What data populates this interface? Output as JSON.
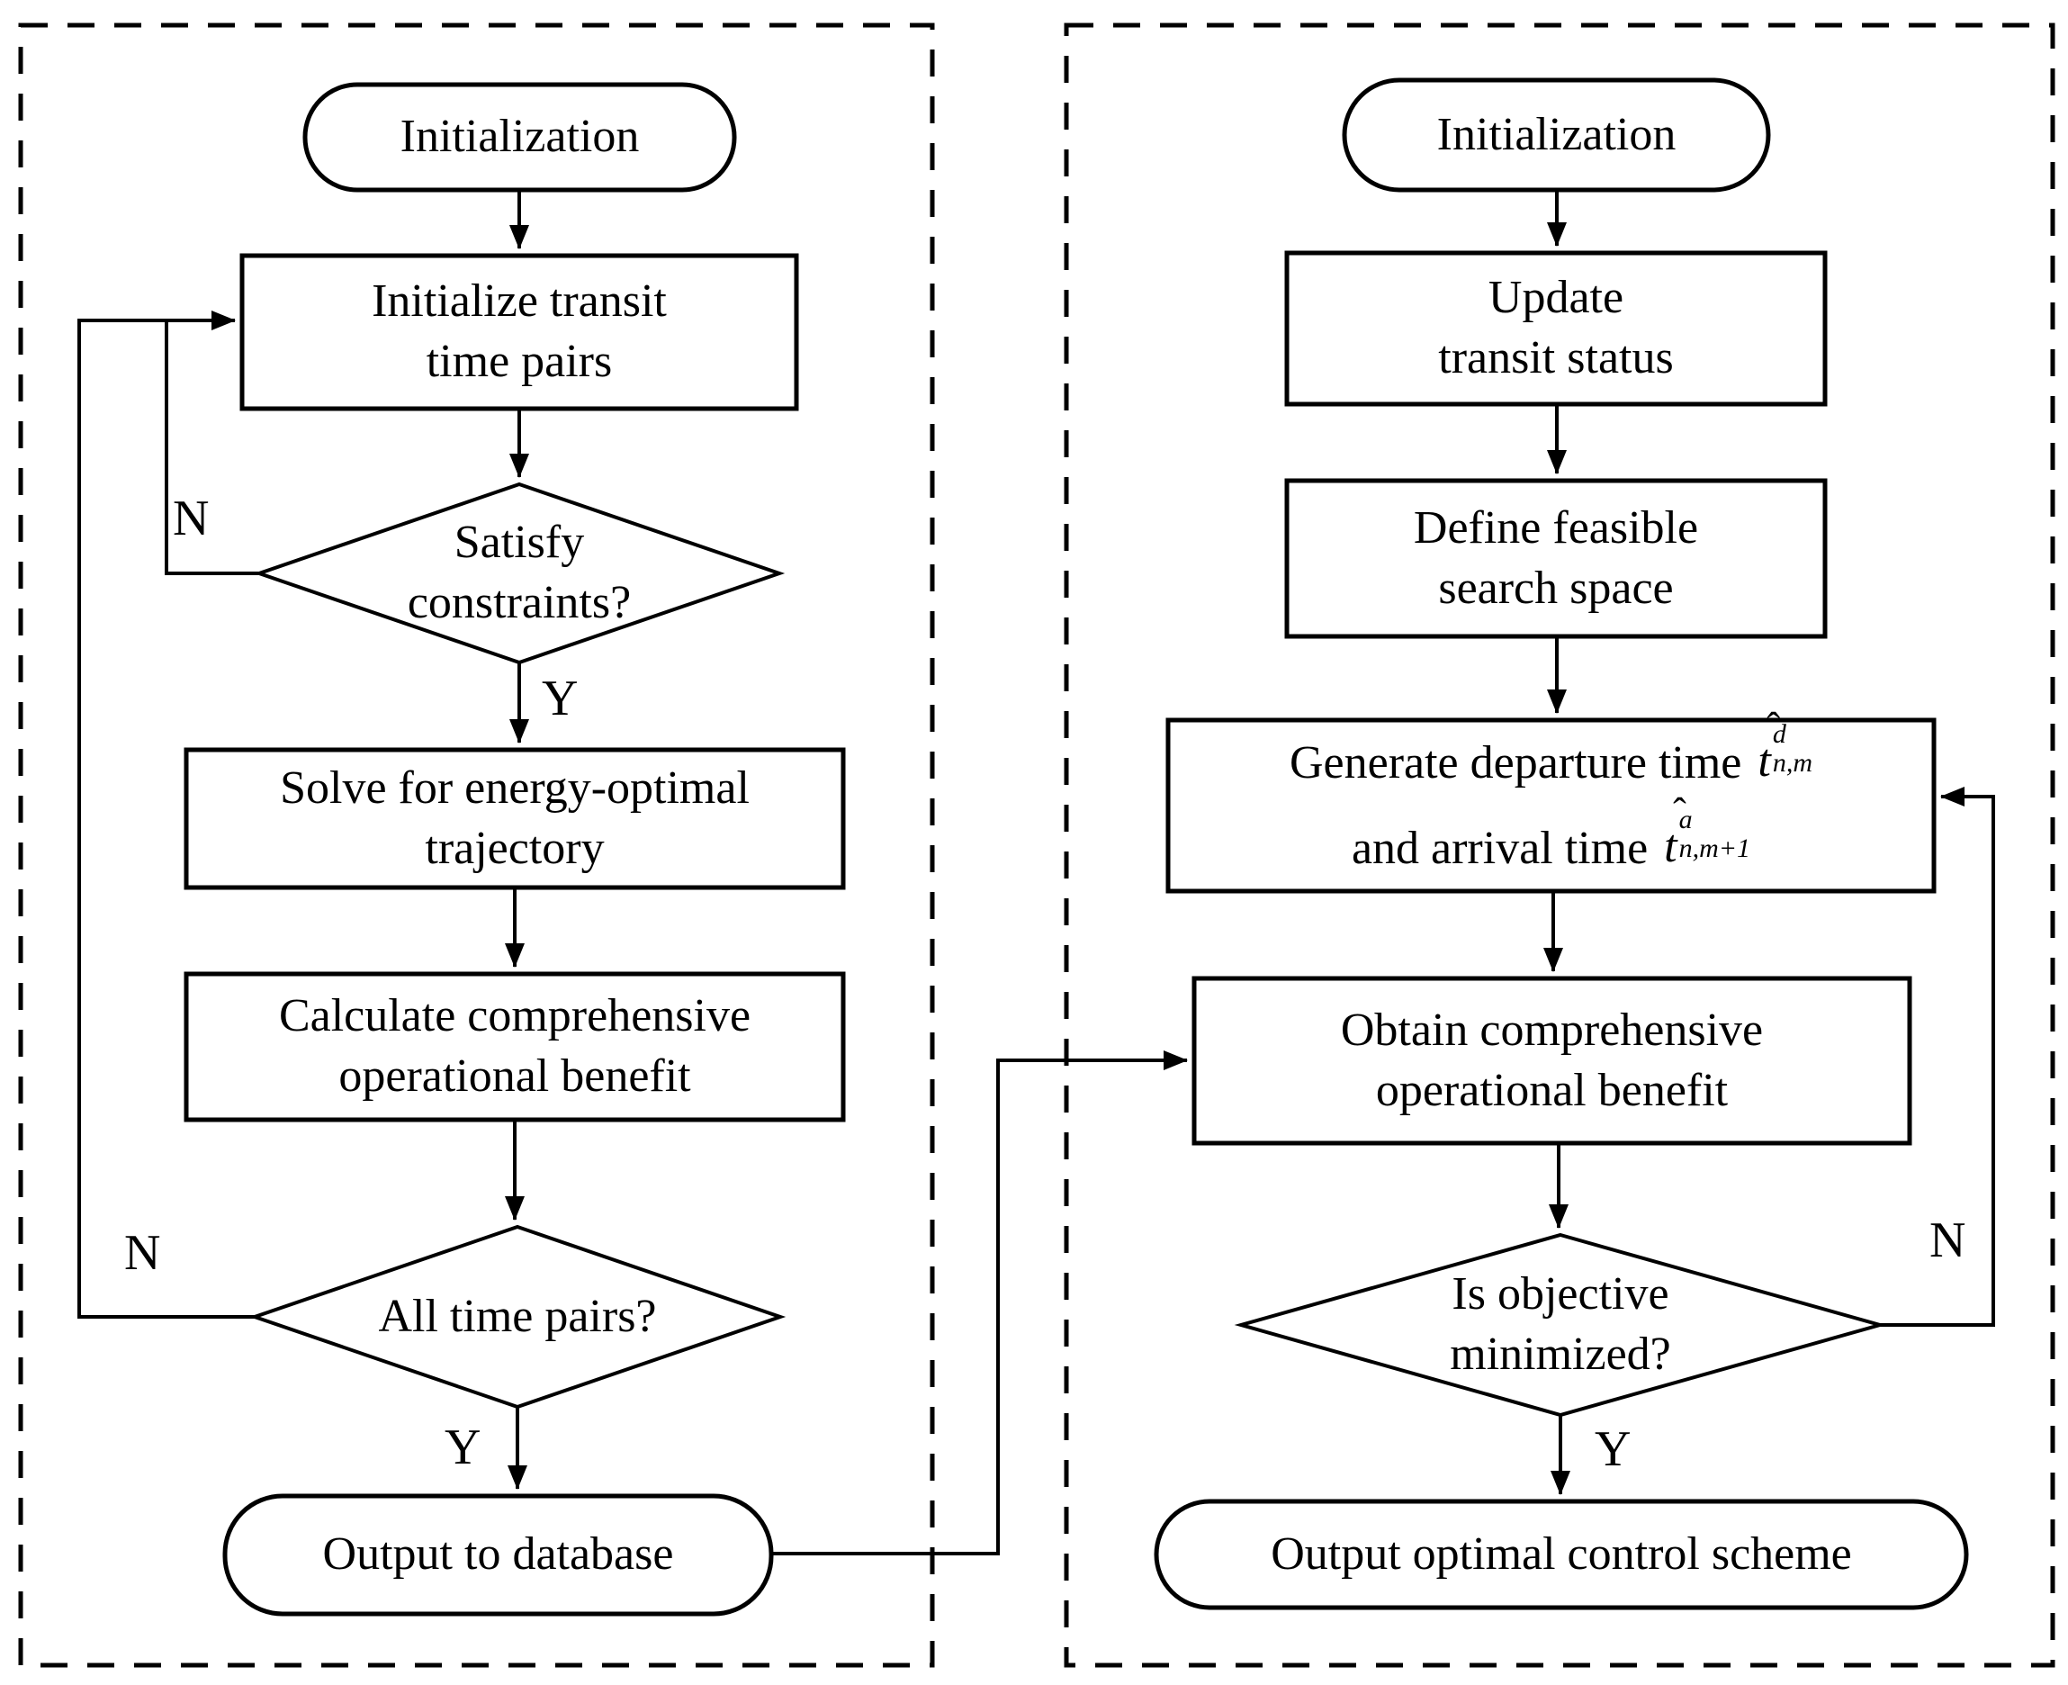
{
  "figure": {
    "title": "Two-stage flowchart",
    "background_color": "#ffffff",
    "line_color": "#000000"
  },
  "left": {
    "start": "Initialization",
    "init_pairs": "Initialize transit\ntime pairs",
    "d_constraints": "Satisfy\nconstraints?",
    "solve": "Solve for energy-optimal\ntrajectory",
    "calc": "Calculate comprehensive\noperational benefit",
    "d_all_pairs": "All time pairs?",
    "output": "Output to database",
    "n_constraints": "N",
    "y_constraints": "Y",
    "n_all_pairs": "N",
    "y_all_pairs": "Y",
    "edges": [
      {
        "from": "Initialization",
        "to": "Initialize transit time pairs"
      },
      {
        "from": "Initialize transit time pairs",
        "to": "Satisfy constraints?"
      },
      {
        "from": "Satisfy constraints?",
        "to": "Solve for energy-optimal trajectory",
        "label": "Y"
      },
      {
        "from": "Satisfy constraints?",
        "to": "Initialize transit time pairs",
        "label": "N"
      },
      {
        "from": "Solve for energy-optimal trajectory",
        "to": "Calculate comprehensive operational benefit"
      },
      {
        "from": "Calculate comprehensive operational benefit",
        "to": "All time pairs?"
      },
      {
        "from": "All time pairs?",
        "to": "Output to database",
        "label": "Y"
      },
      {
        "from": "All time pairs?",
        "to": "Initialize transit time pairs",
        "label": "N"
      },
      {
        "from": "Output to database",
        "to": "Obtain comprehensive operational benefit"
      }
    ]
  },
  "right": {
    "start": "Initialization",
    "update": "Update\ntransit status",
    "define": "Define feasible\nsearch space",
    "generate": {
      "line1": "Generate departure time",
      "line2": "and arrival time",
      "hat": "ˆ",
      "t": "t",
      "sup1": "d",
      "sub1": "n,m",
      "sup2": "a",
      "sub2": "n,m+1"
    },
    "obtain": "Obtain comprehensive\noperational benefit",
    "d_objective": "Is objective\nminimized?",
    "output": "Output optimal control scheme",
    "n_objective": "N",
    "y_objective": "Y",
    "edges": [
      {
        "from": "Initialization",
        "to": "Update transit status"
      },
      {
        "from": "Update transit status",
        "to": "Define feasible search space"
      },
      {
        "from": "Define feasible search space",
        "to": "Generate departure time and arrival time"
      },
      {
        "from": "Generate departure time and arrival time",
        "to": "Obtain comprehensive operational benefit"
      },
      {
        "from": "Obtain comprehensive operational benefit",
        "to": "Is objective minimized?"
      },
      {
        "from": "Is objective minimized?",
        "to": "Output optimal control scheme",
        "label": "Y"
      },
      {
        "from": "Is objective minimized?",
        "to": "Generate departure time and arrival time",
        "label": "N"
      }
    ]
  }
}
